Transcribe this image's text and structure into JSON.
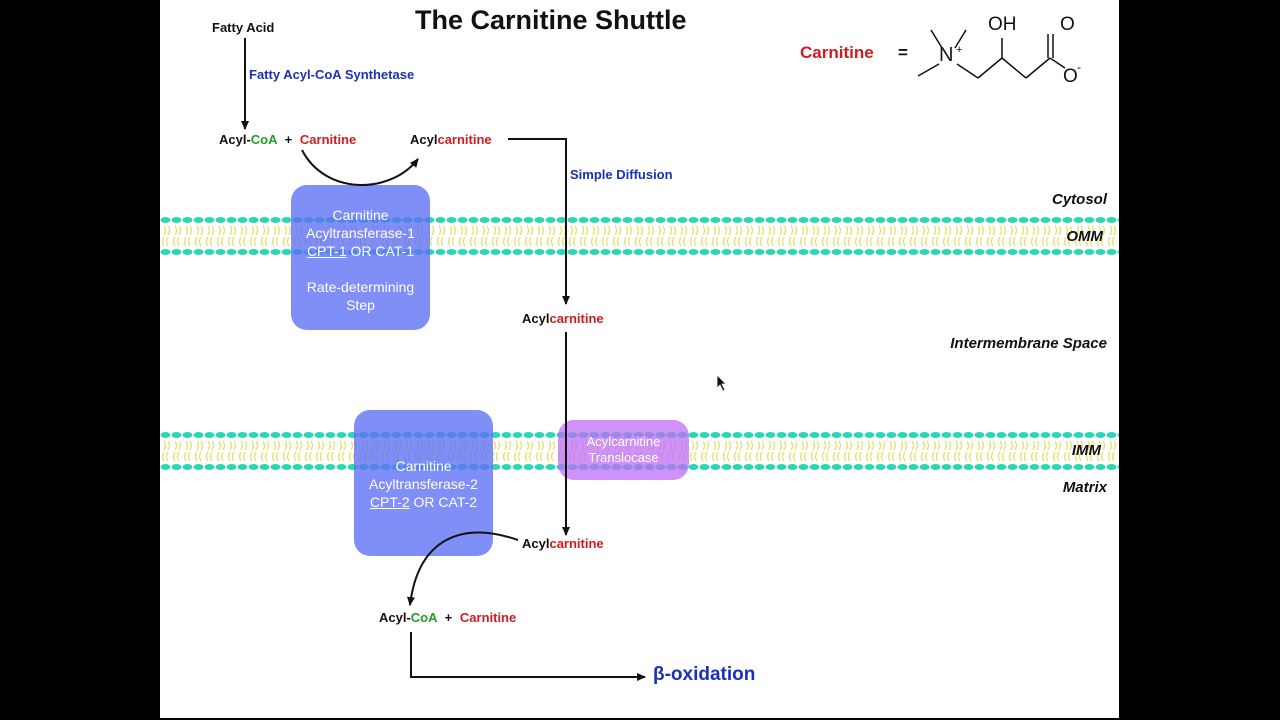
{
  "title": "The Carnitine Shuttle",
  "colors": {
    "substrate": "#111111",
    "carnitine": "#d01c1f",
    "coa": "#1f9e2c",
    "process": "#1c2fb8",
    "enzyme_cpt": "#5c6ef5",
    "enzyme_translocase": "#be6ef5",
    "membrane_head": "#2bd6b4",
    "membrane_tail": "#e6df6a"
  },
  "legend": {
    "name": "Carnitine",
    "equals": "=",
    "structure_labels": {
      "nitrogen": "N",
      "charge_plus": "+",
      "hydroxyl": "OH",
      "carbonyl_o": "O",
      "oxide_o": "O",
      "charge_minus": "-"
    }
  },
  "regions": {
    "cytosol": "Cytosol",
    "omm": "OMM",
    "intermembrane": "Intermembrane Space",
    "imm": "IMM",
    "matrix": "Matrix"
  },
  "molecules": {
    "fatty_acid": "Fatty Acid",
    "acyl": "Acyl-",
    "coa": "CoA",
    "plus": "+",
    "carnitine": "Carnitine",
    "acyl_prefix": "Acyl",
    "carnitine_suffix": "carnitine"
  },
  "processes": {
    "synthetase": "Fatty Acyl-CoA Synthetase",
    "diffusion": "Simple Diffusion",
    "beta_oxidation": "β-oxidation"
  },
  "enzymes": {
    "cpt1": {
      "line1": "Carnitine",
      "line2": "Acyltransferase-1",
      "abbr1": "CPT-1",
      "or": " OR ",
      "abbr2": "CAT-1",
      "note1": "Rate-determining",
      "note2": "Step"
    },
    "cpt2": {
      "line1": "Carnitine",
      "line2": "Acyltransferase-2",
      "abbr1": "CPT-2",
      "or": " OR ",
      "abbr2": "CAT-2"
    },
    "translocase": {
      "line1": "Acylcarnitine",
      "line2": "Translocase"
    }
  }
}
